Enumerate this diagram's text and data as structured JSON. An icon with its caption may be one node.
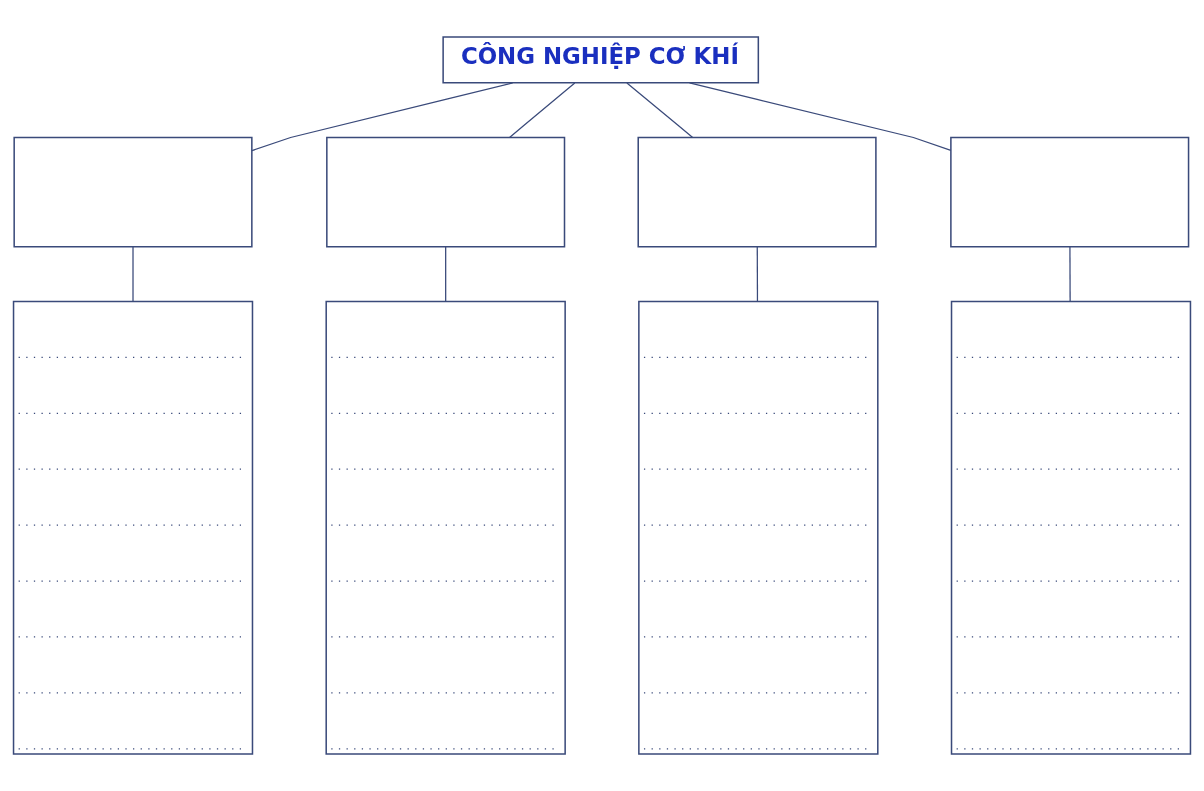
{
  "diagram": {
    "nodes": [
      {
        "text": [
          "CÔNG NGHIỆP CƠ KHÍ"
        ]
      },
      {
        "text": [],
        "shape": "box"
      },
      {
        "text": [],
        "shape": "box"
      },
      {
        "text": [],
        "shape": "box"
      },
      {
        "text": [],
        "shape": "box"
      },
      {
        "text": [],
        "shape": "box"
      },
      {
        "text": [],
        "shape": "box"
      },
      {
        "text": [],
        "shape": "box"
      },
      {
        "text": [],
        "shape": "box"
      }
    ],
    "edges": [
      {
        "from": 0,
        "to": 1,
        "arrow": "none"
      },
      {
        "from": 0,
        "to": 2,
        "arrow": "none"
      },
      {
        "from": 0,
        "to": 3,
        "arrow": "none"
      },
      {
        "from": 0,
        "to": 4,
        "arrow": "none"
      },
      {
        "from": 1,
        "to": 5,
        "arrow": "none"
      },
      {
        "from": 2,
        "to": 6,
        "arrow": "none"
      },
      {
        "from": 3,
        "to": 7,
        "arrow": "none"
      },
      {
        "from": 4,
        "to": 8,
        "arrow": "none"
      }
    ]
  }
}
